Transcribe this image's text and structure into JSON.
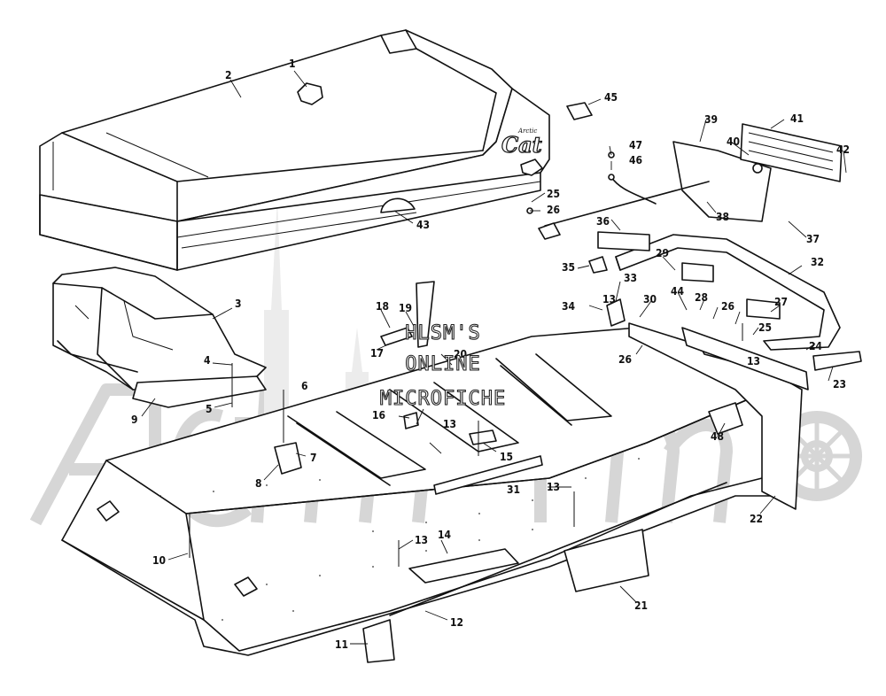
{
  "watermark": {
    "lines": [
      "HLSM'S",
      "ONLINE",
      "MICROFICHE"
    ],
    "brand_color": "#d8d8d8"
  },
  "diagram": {
    "seat_logo": {
      "small": "Arctic",
      "large": "Cat"
    },
    "callouts": [
      {
        "id": "c1",
        "label": "1"
      },
      {
        "id": "c2",
        "label": "2"
      },
      {
        "id": "c3",
        "label": "3"
      },
      {
        "id": "c4",
        "label": "4"
      },
      {
        "id": "c5",
        "label": "5"
      },
      {
        "id": "c6",
        "label": "6"
      },
      {
        "id": "c7",
        "label": "7"
      },
      {
        "id": "c8",
        "label": "8"
      },
      {
        "id": "c9",
        "label": "9"
      },
      {
        "id": "c10",
        "label": "10"
      },
      {
        "id": "c11",
        "label": "11"
      },
      {
        "id": "c12",
        "label": "12"
      },
      {
        "id": "c13a",
        "label": "13"
      },
      {
        "id": "c13b",
        "label": "13"
      },
      {
        "id": "c13c",
        "label": "13"
      },
      {
        "id": "c13d",
        "label": "13"
      },
      {
        "id": "c13e",
        "label": "13"
      },
      {
        "id": "c14",
        "label": "14"
      },
      {
        "id": "c15",
        "label": "15"
      },
      {
        "id": "c16",
        "label": "16"
      },
      {
        "id": "c17",
        "label": "17"
      },
      {
        "id": "c18",
        "label": "18"
      },
      {
        "id": "c19",
        "label": "19"
      },
      {
        "id": "c20",
        "label": "20"
      },
      {
        "id": "c21",
        "label": "21"
      },
      {
        "id": "c22",
        "label": "22"
      },
      {
        "id": "c23",
        "label": "23"
      },
      {
        "id": "c24",
        "label": "24"
      },
      {
        "id": "c25a",
        "label": "25"
      },
      {
        "id": "c25b",
        "label": "25"
      },
      {
        "id": "c26a",
        "label": "26"
      },
      {
        "id": "c26b",
        "label": "26"
      },
      {
        "id": "c26c",
        "label": "26"
      },
      {
        "id": "c27",
        "label": "27"
      },
      {
        "id": "c28",
        "label": "28"
      },
      {
        "id": "c29",
        "label": "29"
      },
      {
        "id": "c30",
        "label": "30"
      },
      {
        "id": "c31",
        "label": "31"
      },
      {
        "id": "c32",
        "label": "32"
      },
      {
        "id": "c33",
        "label": "33"
      },
      {
        "id": "c34",
        "label": "34"
      },
      {
        "id": "c35",
        "label": "35"
      },
      {
        "id": "c36",
        "label": "36"
      },
      {
        "id": "c37",
        "label": "37"
      },
      {
        "id": "c38",
        "label": "38"
      },
      {
        "id": "c39",
        "label": "39"
      },
      {
        "id": "c40",
        "label": "40"
      },
      {
        "id": "c41",
        "label": "41"
      },
      {
        "id": "c42",
        "label": "42"
      },
      {
        "id": "c43",
        "label": "43"
      },
      {
        "id": "c44",
        "label": "44"
      },
      {
        "id": "c45",
        "label": "45"
      },
      {
        "id": "c46",
        "label": "46"
      },
      {
        "id": "c47",
        "label": "47"
      },
      {
        "id": "c48",
        "label": "48"
      }
    ]
  }
}
